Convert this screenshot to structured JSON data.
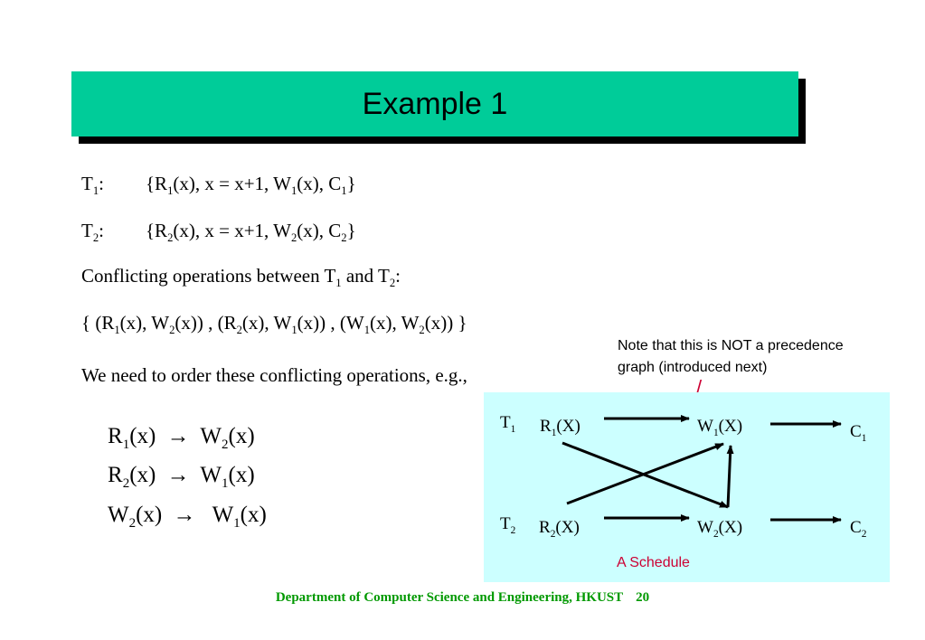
{
  "title": "Example 1",
  "transactions": [
    {
      "name": "T",
      "sub": "1",
      "ops": [
        {
          "t": "{R"
        },
        {
          "s": "1"
        },
        {
          "t": "(x), x = x+1, W"
        },
        {
          "s": "1"
        },
        {
          "t": "(x), C"
        },
        {
          "s": "1"
        },
        {
          "t": "}"
        }
      ]
    },
    {
      "name": "T",
      "sub": "2",
      "ops": [
        {
          "t": "{R"
        },
        {
          "s": "2"
        },
        {
          "t": "(x), x = x+1, W"
        },
        {
          "s": "2"
        },
        {
          "t": "(x), C"
        },
        {
          "s": "2"
        },
        {
          "t": "}"
        }
      ]
    }
  ],
  "conflicting_line": [
    {
      "t": "Conflicting operations between T"
    },
    {
      "s": "1"
    },
    {
      "t": " and T"
    },
    {
      "s": "2"
    },
    {
      "t": ":"
    }
  ],
  "conflict_set": [
    {
      "t": "{ (R"
    },
    {
      "s": "1"
    },
    {
      "t": "(x), W"
    },
    {
      "s": "2"
    },
    {
      "t": "(x)) , (R"
    },
    {
      "s": "2"
    },
    {
      "t": "(x), W"
    },
    {
      "s": "1"
    },
    {
      "t": "(x)) , (W"
    },
    {
      "s": "1"
    },
    {
      "t": "(x), W"
    },
    {
      "s": "2"
    },
    {
      "t": "(x)) }"
    }
  ],
  "order_intro": "We need to order these conflicting operations, e.g.,",
  "orderings": [
    [
      {
        "t": "R"
      },
      {
        "s": "1"
      },
      {
        "t": "(x) "
      },
      {
        "a": "→"
      },
      {
        "t": " W"
      },
      {
        "s": "2"
      },
      {
        "t": "(x)"
      }
    ],
    [
      {
        "t": "R"
      },
      {
        "s": "2"
      },
      {
        "t": "(x) "
      },
      {
        "a": "→"
      },
      {
        "t": " W"
      },
      {
        "s": "1"
      },
      {
        "t": "(x)"
      }
    ],
    [
      {
        "t": "W"
      },
      {
        "s": "2"
      },
      {
        "t": "(x) "
      },
      {
        "a": "→"
      },
      {
        "t": "  W"
      },
      {
        "s": "1"
      },
      {
        "t": "(x)"
      }
    ]
  ],
  "note": {
    "line1": "Note that this is NOT a precedence",
    "line2": "graph (introduced next)",
    "mark": "/"
  },
  "schedule": {
    "caption": "A Schedule",
    "labels": {
      "t1": [
        {
          "t": "T"
        },
        {
          "s": "1"
        }
      ],
      "t2": [
        {
          "t": "T"
        },
        {
          "s": "2"
        }
      ],
      "r1": [
        {
          "t": "R"
        },
        {
          "s": "1"
        },
        {
          "t": "(X)"
        }
      ],
      "w1": [
        {
          "t": "W"
        },
        {
          "s": "1"
        },
        {
          "t": "(X)"
        }
      ],
      "c1": [
        {
          "t": "C"
        },
        {
          "s": "1"
        }
      ],
      "r2": [
        {
          "t": "R"
        },
        {
          "s": "2"
        },
        {
          "t": "(X)"
        }
      ],
      "w2": [
        {
          "t": "W"
        },
        {
          "s": "2"
        },
        {
          "t": "(X)"
        }
      ],
      "c2": [
        {
          "t": "C"
        },
        {
          "s": "2"
        }
      ]
    }
  },
  "footer": {
    "text": "Department of Computer Science and Engineering, HKUST",
    "page": "20"
  }
}
